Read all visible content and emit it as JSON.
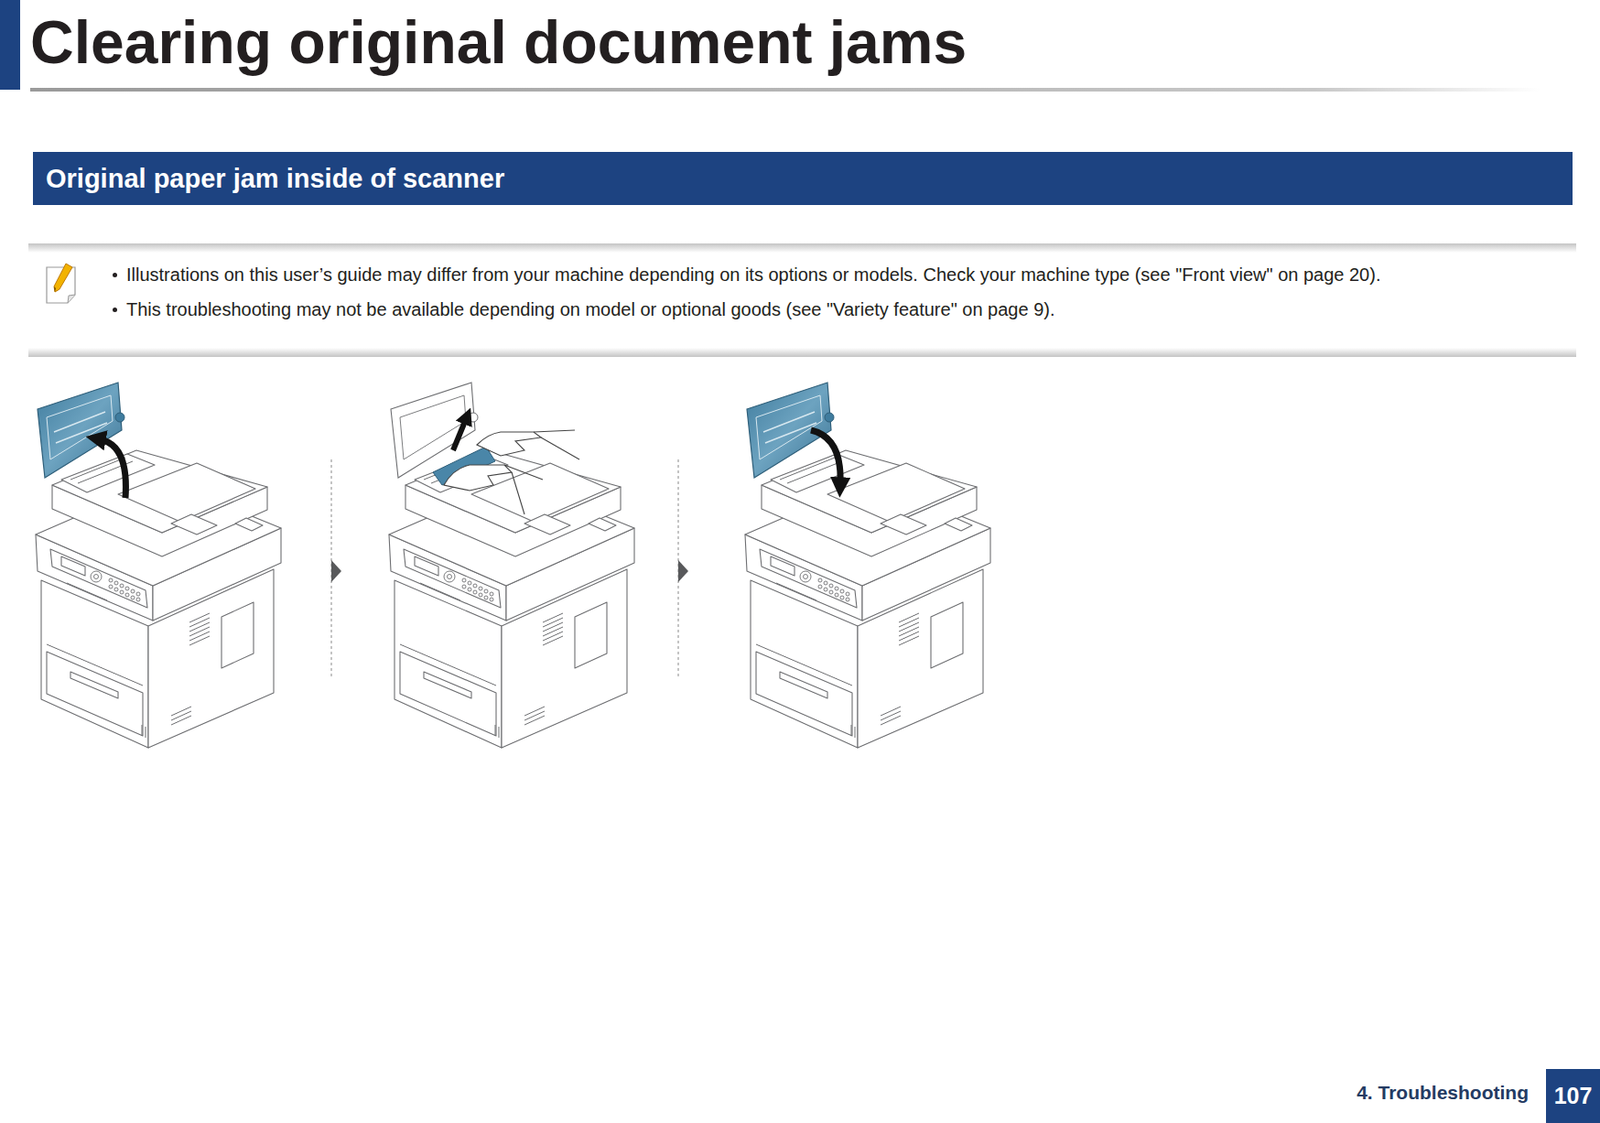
{
  "diagram": {
    "title": "Clearing original document jams",
    "nodes": [
      {
        "text": [
          "Original paper jam inside of scanner"
        ]
      },
      {
        "text": [
          "Illustrations on this user’s guide may differ from your machine depending on its options or models. Check your machine type (see \"Front view\" on page 20).",
          "This troubleshooting may not be available depending on model or optional goods (see \"Variety feature\" on page 9)."
        ]
      },
      {
        "text": [
          "107"
        ]
      }
    ],
    "labels": [
      "4. Troubleshooting"
    ]
  }
}
